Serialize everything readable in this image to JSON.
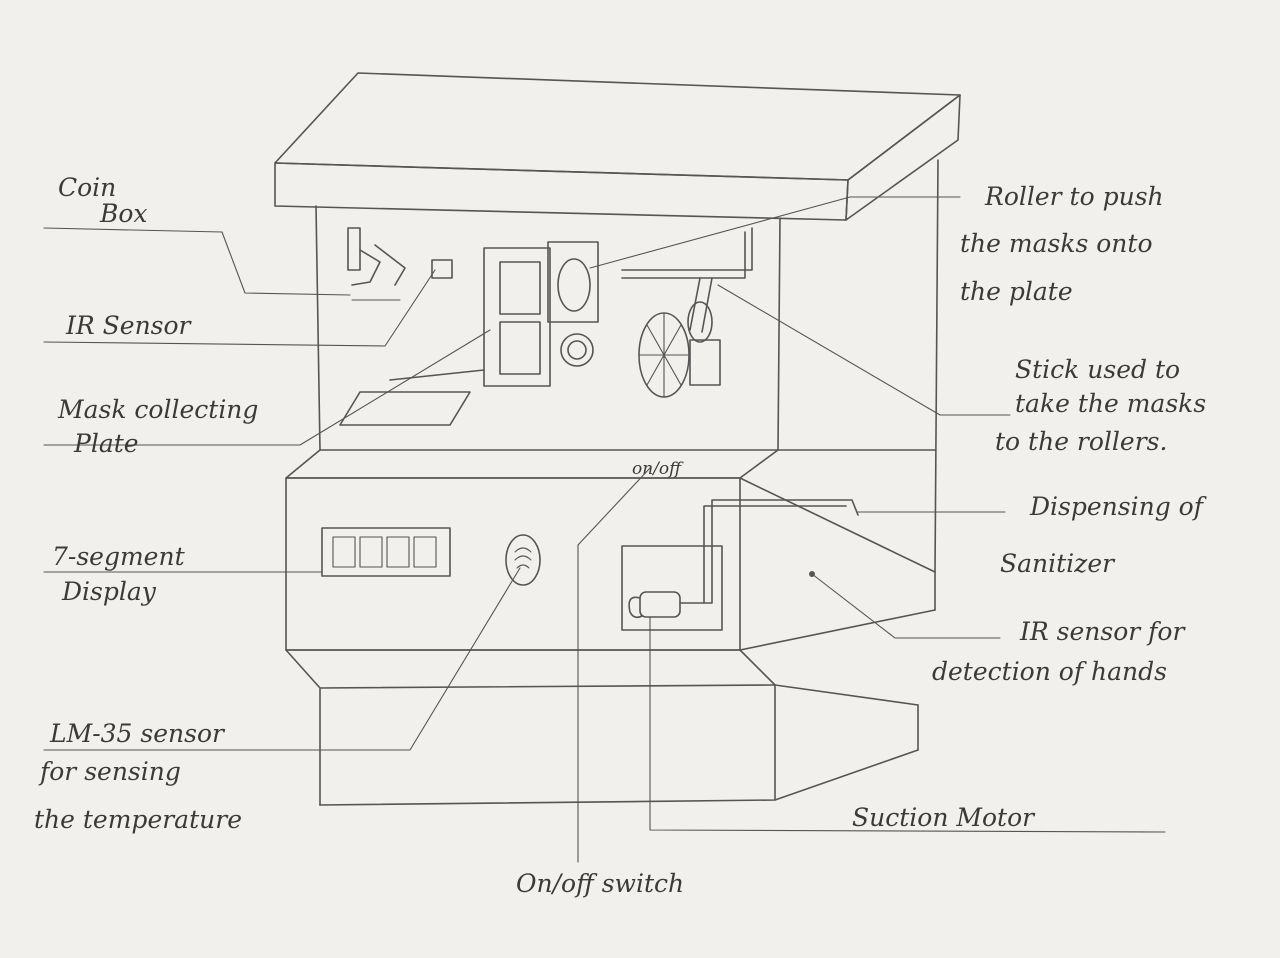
{
  "labels": {
    "coin_box_1": "Coin",
    "coin_box_2": "Box",
    "ir_sensor": "IR Sensor",
    "mask_plate_1": "Mask collecting",
    "mask_plate_2": "Plate",
    "seg_display_1": "7-segment",
    "seg_display_2": "Display",
    "lm35_1": "LM-35 sensor",
    "lm35_2": "for sensing",
    "lm35_3": "the temperature",
    "roller_1": "Roller to push",
    "roller_2": "the masks onto",
    "roller_3": "the plate",
    "stick_1": "Stick used to",
    "stick_2": "take the masks",
    "stick_3": "to the rollers.",
    "dispense_1": "Dispensing of",
    "dispense_2": "Sanitizer",
    "ir_hands_1": "IR sensor for",
    "ir_hands_2": "detection of hands",
    "suction_motor": "Suction Motor",
    "onoff_switch": "On/off switch",
    "panel_onoff": "on/off"
  }
}
